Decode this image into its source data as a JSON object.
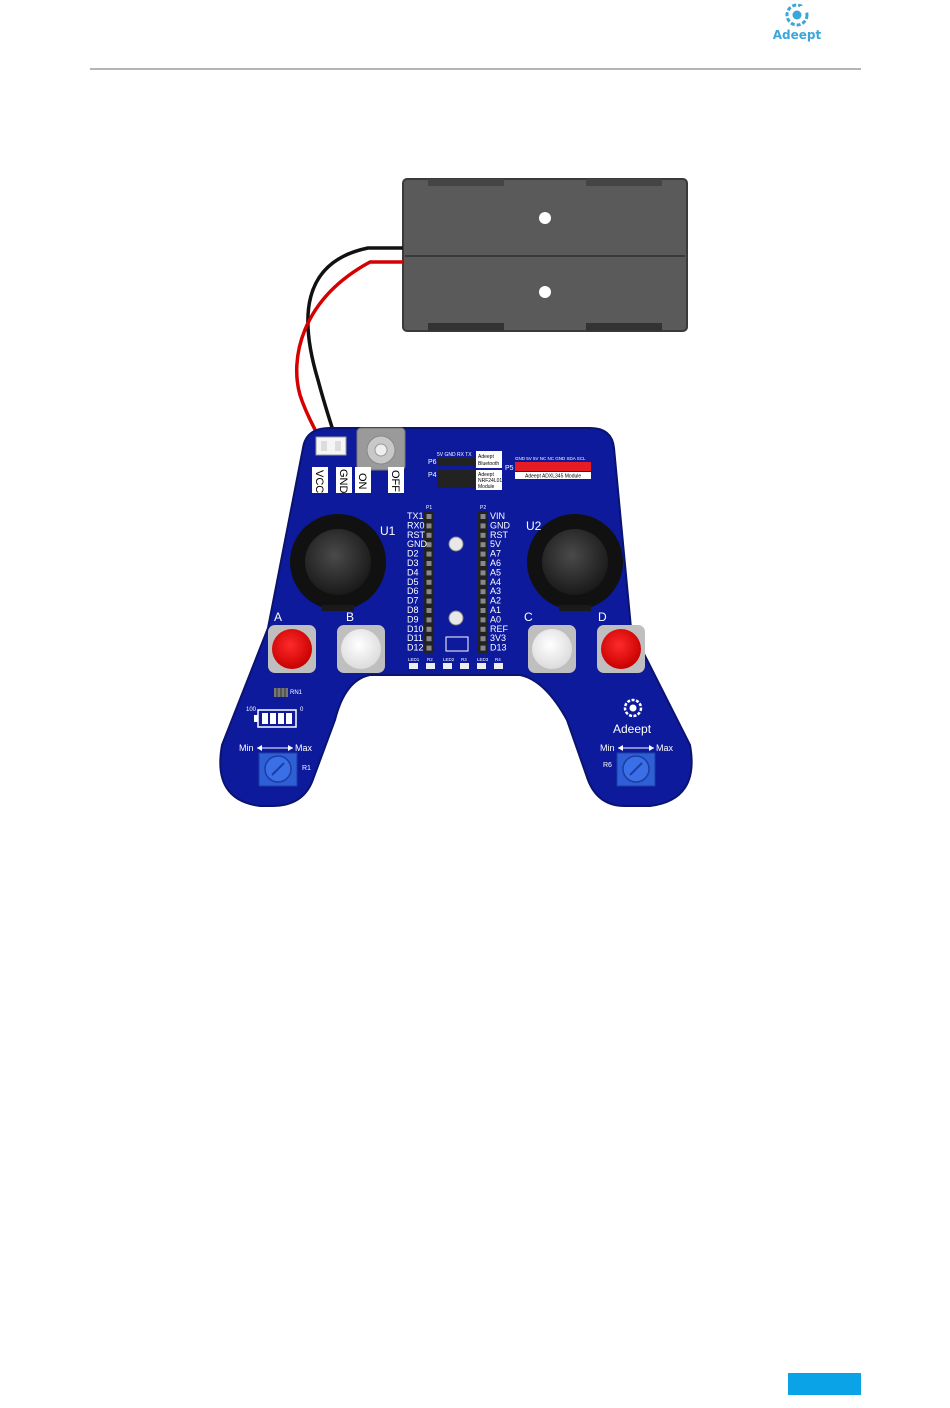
{
  "header": {
    "logo_text": "Adeept",
    "logo_icon": "adeept-gear-icon",
    "rule_color": "#b5b5b5"
  },
  "board": {
    "power_labels": [
      "VCC",
      "GND",
      "ON",
      "OFF"
    ],
    "joystick_left": "U1",
    "joystick_right": "U2",
    "buttons": [
      "A",
      "B",
      "C",
      "D"
    ],
    "header_p1": "P1",
    "header_p2": "P2",
    "left_pins": [
      "TX1",
      "RX0",
      "RST",
      "GND",
      "D2",
      "D3",
      "D4",
      "D5",
      "D6",
      "D7",
      "D8",
      "D9",
      "D10",
      "D11",
      "D12"
    ],
    "right_pins": [
      "VIN",
      "GND",
      "RST",
      "5V",
      "A7",
      "A6",
      "A5",
      "A4",
      "A3",
      "A2",
      "A1",
      "A0",
      "REF",
      "3V3",
      "D13"
    ],
    "p6_label": "P6",
    "p6_pins": "5V  GND  RX  TX",
    "p6_module": [
      "Adeept",
      "Bluetooth"
    ],
    "p4_label": "P4",
    "p4_module": [
      "Adeept",
      "NRF24L01",
      "Module"
    ],
    "p5_label": "P5",
    "p5_pins": "GND 5V  5V  NC  NC  GND SDA SCL",
    "p5_module": "Adeept   ADXL345   Module",
    "led_labels": [
      "LED1",
      "R2",
      "LED2",
      "R3",
      "LED3",
      "R4"
    ],
    "rn_label": "RN1",
    "battery_low": "100",
    "battery_high": "0",
    "logo_text": "Adeept",
    "pot_left": {
      "min": "Min",
      "max": "Max",
      "ref": "R1"
    },
    "pot_right": {
      "min": "Min",
      "max": "Max",
      "ref": "R6"
    },
    "colors": {
      "pcb": "#0d1a9c",
      "button_red": "#e60000",
      "battery_box": "#5a5a5a",
      "wire_red": "#d60000",
      "wire_black": "#111111",
      "pot": "#2f5fd6",
      "header_strip": "#e51c23"
    }
  },
  "footer": {
    "tab_color": "#0aa3e8"
  }
}
